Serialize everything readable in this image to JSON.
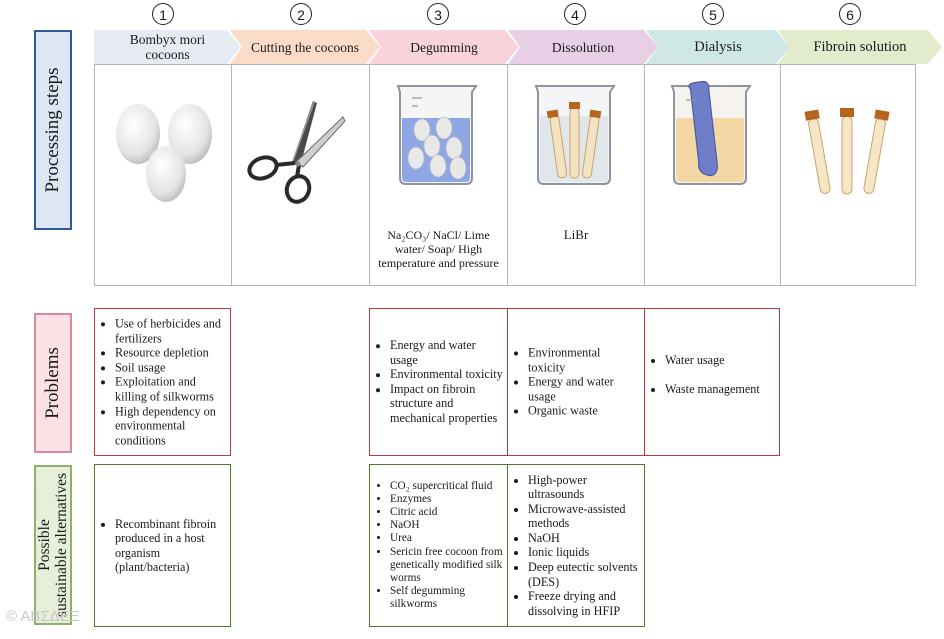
{
  "side_labels": {
    "steps": "Processing steps",
    "problems": "Problems",
    "alternatives_line1": "Possible",
    "alternatives_line2": "sustainable alternatives"
  },
  "steps": [
    {
      "number": "1",
      "label": "Bombyx mori cocoons",
      "color": "#e6eaf3",
      "caption": ""
    },
    {
      "number": "2",
      "label": "Cutting  the cocoons",
      "color": "#fbdcc8",
      "caption": ""
    },
    {
      "number": "3",
      "label": "Degumming",
      "color": "#f8d4da",
      "caption_line1": "Na₂CO₃/ NaCl/ Lime",
      "caption_line2": "water/ Soap/ High",
      "caption_line3": "temperature and pressure"
    },
    {
      "number": "4",
      "label": "Dissolution",
      "color": "#e7cfe6",
      "caption": "LiBr"
    },
    {
      "number": "5",
      "label": "Dialysis",
      "color": "#cfe8e6",
      "caption": ""
    },
    {
      "number": "6",
      "label": "Fibroin solution",
      "color": "#e2eccd",
      "caption": ""
    }
  ],
  "problems": {
    "col1": [
      "Use of herbicides and fertilizers",
      "Resource depletion",
      "Soil usage",
      "Exploitation and killing of silkworms",
      "High dependency on environmental conditions"
    ],
    "col3": [
      "Energy and water usage",
      "Environmental toxicity",
      "Impact on fibroin structure and mechanical properties"
    ],
    "col4": [
      "Environmental toxicity",
      "Energy and water usage",
      "Organic waste"
    ],
    "col5": [
      "Water usage",
      "Waste management"
    ]
  },
  "alternatives": {
    "col1": [
      "Recombinant fibroin produced in a host organism (plant/bacteria)"
    ],
    "col3": [
      "CO₂ supercritical fluid",
      "Enzymes",
      "Citric acid",
      "NaOH",
      "Urea",
      "Sericin free cocoon from genetically modified silk worms",
      "Self degumming silkworms"
    ],
    "col4": [
      "High-power ultrasounds",
      "Microwave-assisted methods",
      "NaOH",
      "Ionic liquids",
      "Deep eutectic solvents (DES)",
      "Freeze drying and dissolving in HFIP"
    ]
  },
  "colors": {
    "problem_border": "#b73b3b",
    "alternative_border": "#4a7a2a",
    "steps_label_border": "#2f5a96"
  },
  "watermark": "© ΑΒΣΔΕΞ"
}
